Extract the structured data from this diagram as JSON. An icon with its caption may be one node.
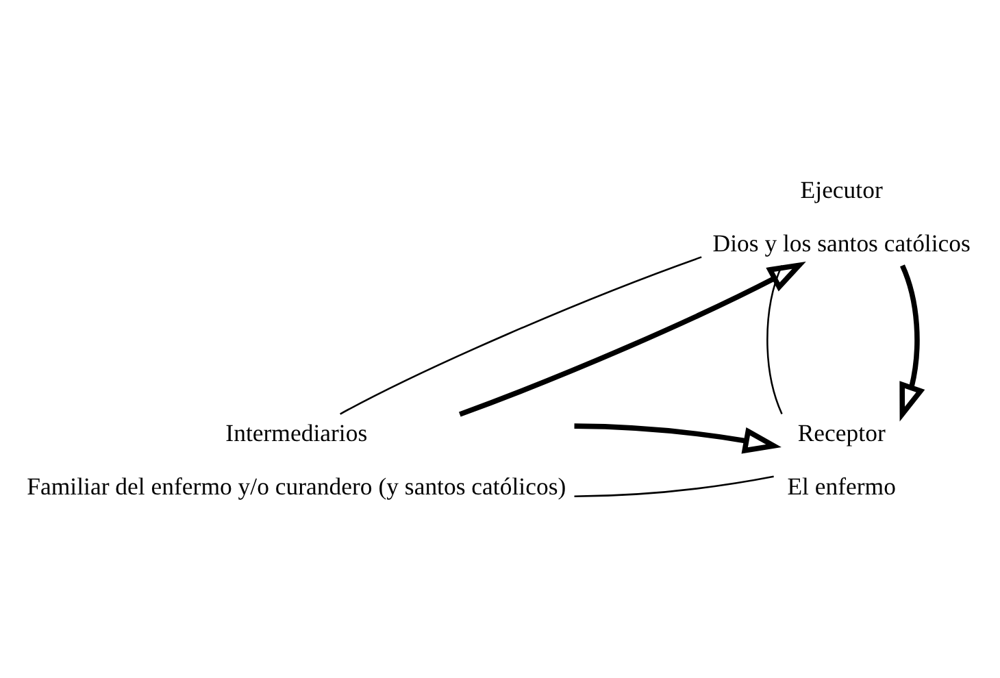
{
  "diagram": {
    "nodes": [
      {
        "text": [
          "Ejecutor",
          "Dios y los santos católicos"
        ]
      },
      {
        "text": [
          "Intermediarios",
          "Familiar del enfermo y/o curandero (y santos católicos)"
        ]
      },
      {
        "text": [
          "Receptor",
          "El enfermo"
        ]
      }
    ],
    "edges": [
      {
        "from": 0,
        "to": 1,
        "arrow": "none"
      },
      {
        "from": 0,
        "to": 2,
        "arrow": "none"
      },
      {
        "from": 1,
        "to": 2,
        "arrow": "none"
      },
      {
        "from": 1,
        "to": 0,
        "arrow": "to",
        "style": "thick"
      },
      {
        "from": 0,
        "to": 2,
        "arrow": "to",
        "style": "thick"
      },
      {
        "from": 1,
        "to": 2,
        "arrow": "to",
        "style": "thick"
      }
    ]
  }
}
